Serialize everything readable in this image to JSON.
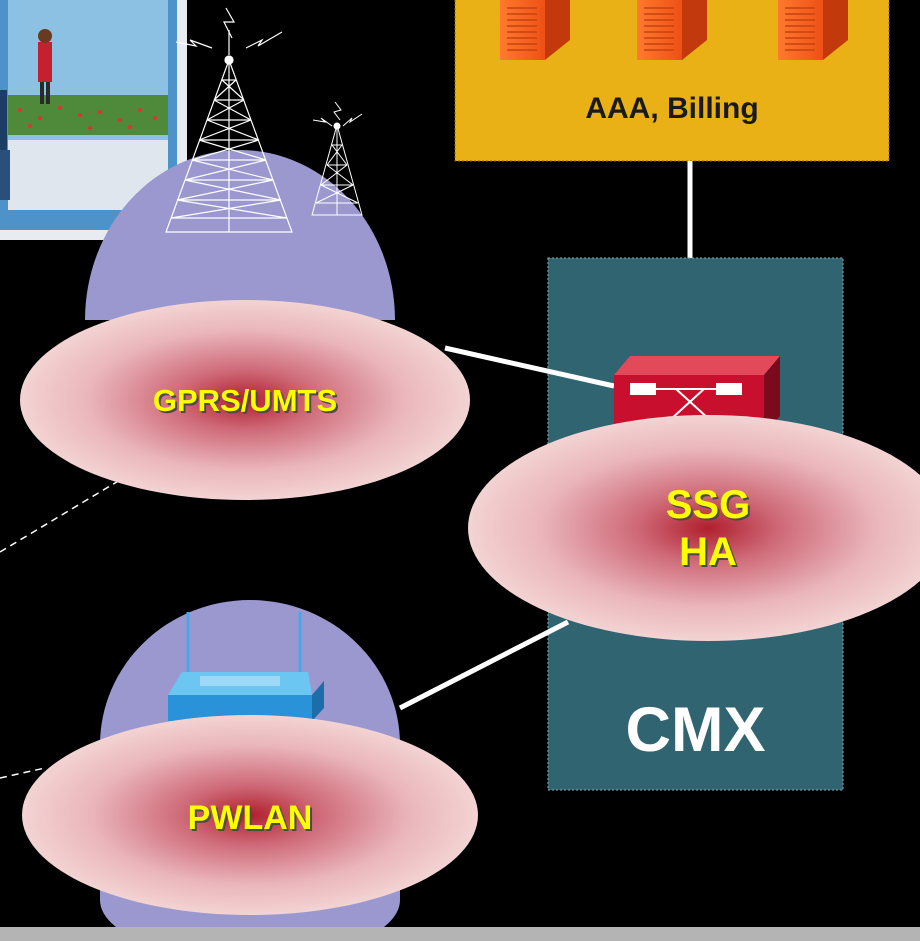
{
  "nodes": {
    "aaa_label": "AAA, Billing",
    "gprs_label": "GPRS/UMTS",
    "ssg_line1": "SSG",
    "ssg_line2": "HA",
    "cmx_label": "CMX",
    "pwlan_label": "PWLAN"
  },
  "colors": {
    "background": "#000000",
    "aaa_box": "#eab117",
    "cmx_box": "#2f6470",
    "cloud": "#9b98cf",
    "ellipse_edge": "#f1c8c8",
    "ellipse_center": "#b01f2e",
    "label_yellow": "#ffff00",
    "server": "#f25c1c"
  }
}
